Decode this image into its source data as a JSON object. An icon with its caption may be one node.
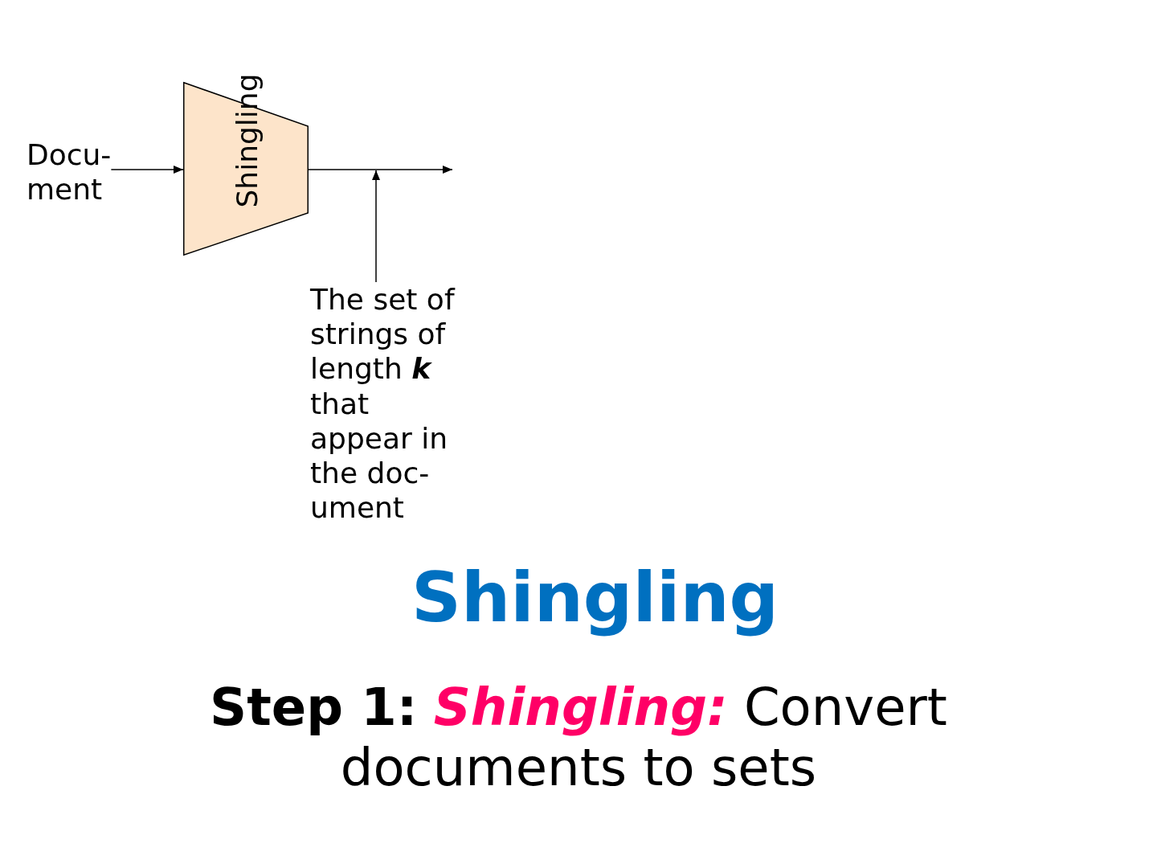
{
  "diagram": {
    "title": "Shingling",
    "caption": "**Step 1:** *Shingling:* Convert documents to sets",
    "nodes": [
      {
        "text": [
          "Docu- ment"
        ]
      },
      {
        "text": [
          "Shingling"
        ]
      },
      {
        "text": [
          "The set of strings of length **k** that appear in the doc- ument"
        ]
      }
    ],
    "edges": [
      {
        "from": 0,
        "to": 1,
        "arrow": "to"
      },
      {
        "from": 1,
        "to": null,
        "arrow": "to"
      },
      {
        "from": 2,
        "to": null,
        "arrow": "to"
      }
    ]
  }
}
